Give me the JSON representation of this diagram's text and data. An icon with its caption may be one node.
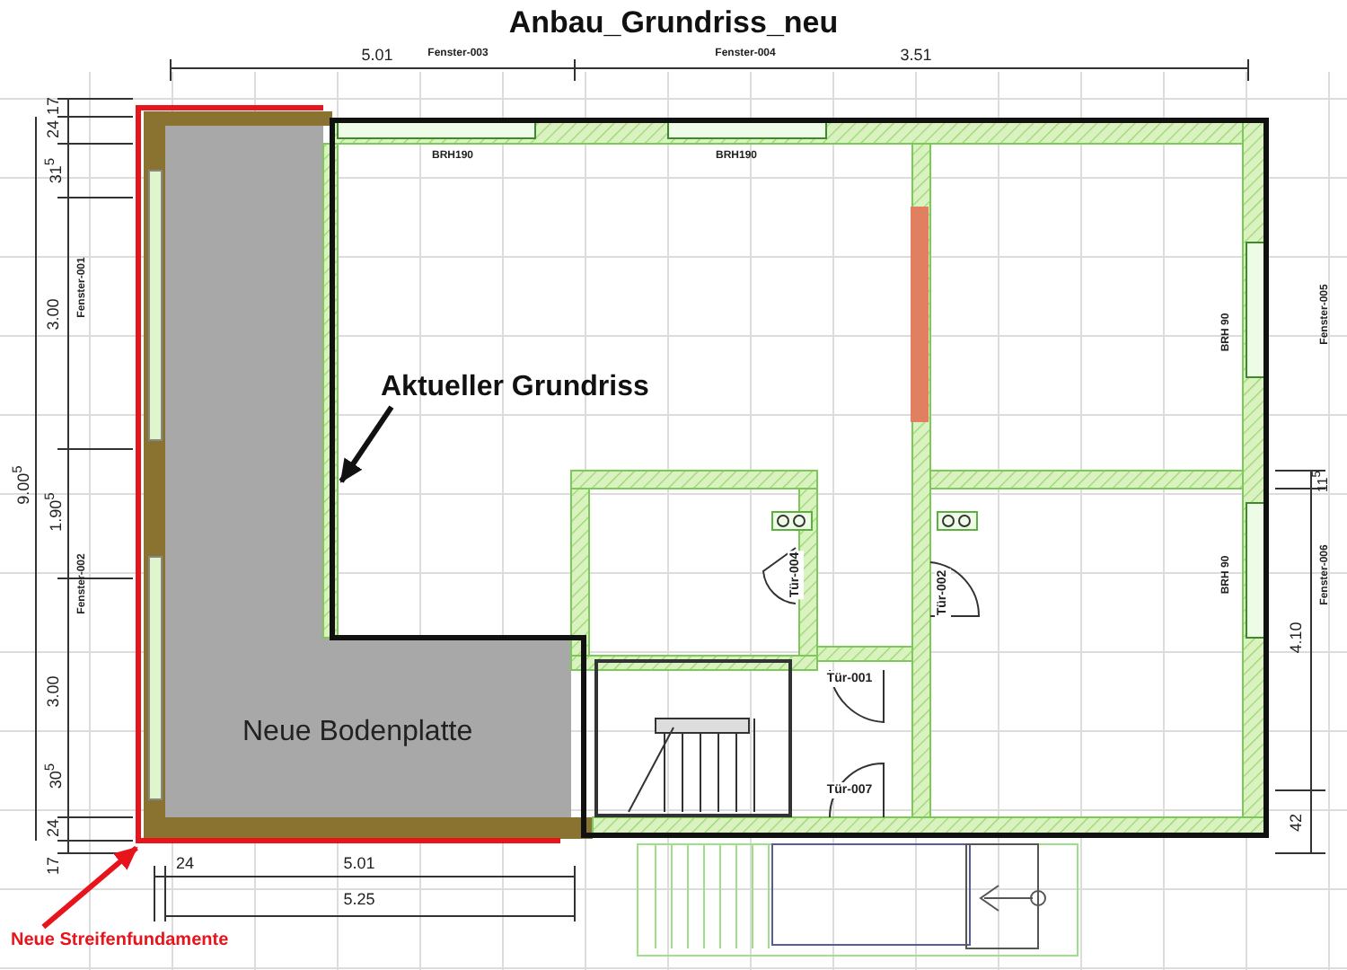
{
  "diagram": {
    "title": "Anbau_Grundriss_neu",
    "nodes": [
      {
        "text": [
          "Aktueller Grundriss"
        ]
      },
      {
        "text": [
          "Neue Bodenplatte"
        ]
      },
      {
        "text": [
          "Neue Streifenfundamente"
        ]
      }
    ],
    "edges": [
      {
        "from": 0,
        "to": null,
        "arrow": "to"
      },
      {
        "from": 2,
        "to": null,
        "arrow": "to",
        "color": "#e8141b"
      }
    ],
    "labels": [
      "Fenster-003",
      "Fenster-004",
      "5.01",
      "3.51",
      "17",
      "BRH190",
      "BRH190",
      "24",
      "31$^{5}$",
      "3.00",
      "Fenster-001",
      "BRH 90",
      "Fenster-005",
      "1.90$^{5}$",
      "9.00$^{5}$",
      "11$^{5}$",
      "Tür-004",
      "Tür-002",
      "3.00",
      "Fenster-002",
      "BRH 90",
      "Fenster-006",
      "4.10",
      "Tür-001",
      "30$^{5}$",
      "Tür-007",
      "24",
      "42",
      "17",
      "24",
      "5.01",
      "5.25"
    ]
  }
}
